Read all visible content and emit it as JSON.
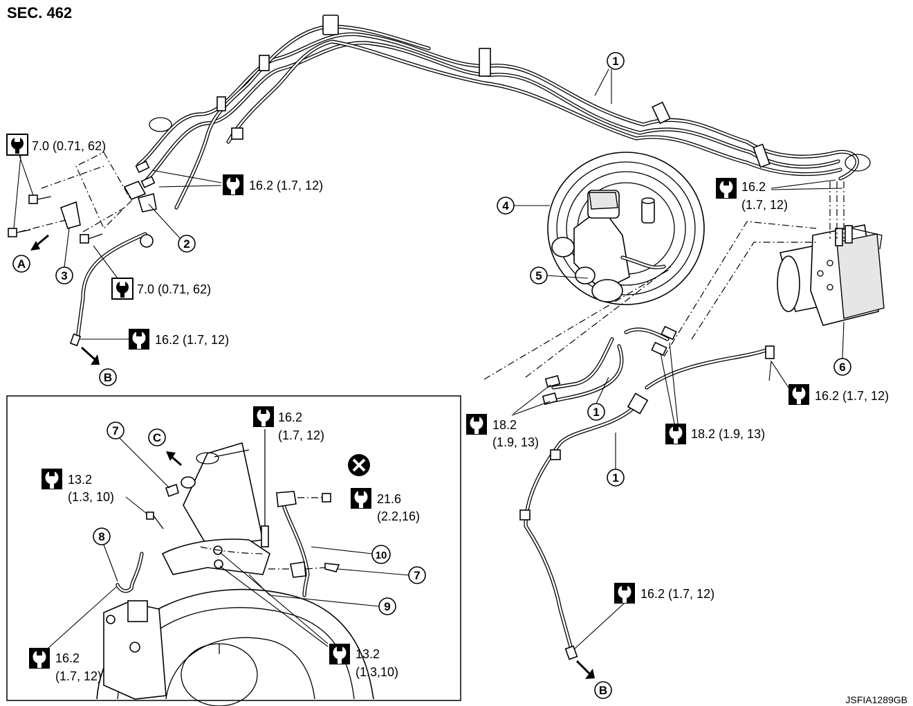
{
  "header": {
    "section": "SEC. 462"
  },
  "footer": {
    "code": "JSFIA1289GB"
  },
  "callouts": {
    "c1": "1",
    "c2": "2",
    "c3": "3",
    "c4": "4",
    "c5": "5",
    "c6": "6",
    "c7": "7",
    "c8": "8",
    "c9": "9",
    "c10": "10"
  },
  "letters": {
    "a": "A",
    "b": "B",
    "c": "C"
  },
  "torque": {
    "t1": "7.0 (0.71, 62)",
    "t2": "16.2 (1.7, 12)",
    "t3": "7.0 (0.71, 62)",
    "t4": "16.2 (1.7, 12)",
    "t5_line1": "16.2",
    "t5_line2": "(1.7, 12)",
    "t6": "16.2 (1.7, 12)",
    "t7": "18.2 (1.9, 13)",
    "t8_line1": "18.2",
    "t8_line2": "(1.9, 13)",
    "t9": "16.2 (1.7, 12)",
    "t10_line1": "16.2",
    "t10_line2": "(1.7, 12)",
    "t11_line1": "13.2",
    "t11_line2": "(1.3, 10)",
    "t12_line1": "21.6",
    "t12_line2": "(2.2,16)",
    "t13_line1": "16.2",
    "t13_line2": "(1.7, 12)",
    "t14_line1": "13.2",
    "t14_line2": "(1.3,10)"
  },
  "icons": {
    "torque": "torque-wrench-icon",
    "no_reuse": "do-not-reuse-icon",
    "arrow": "direction-arrow-icon"
  }
}
